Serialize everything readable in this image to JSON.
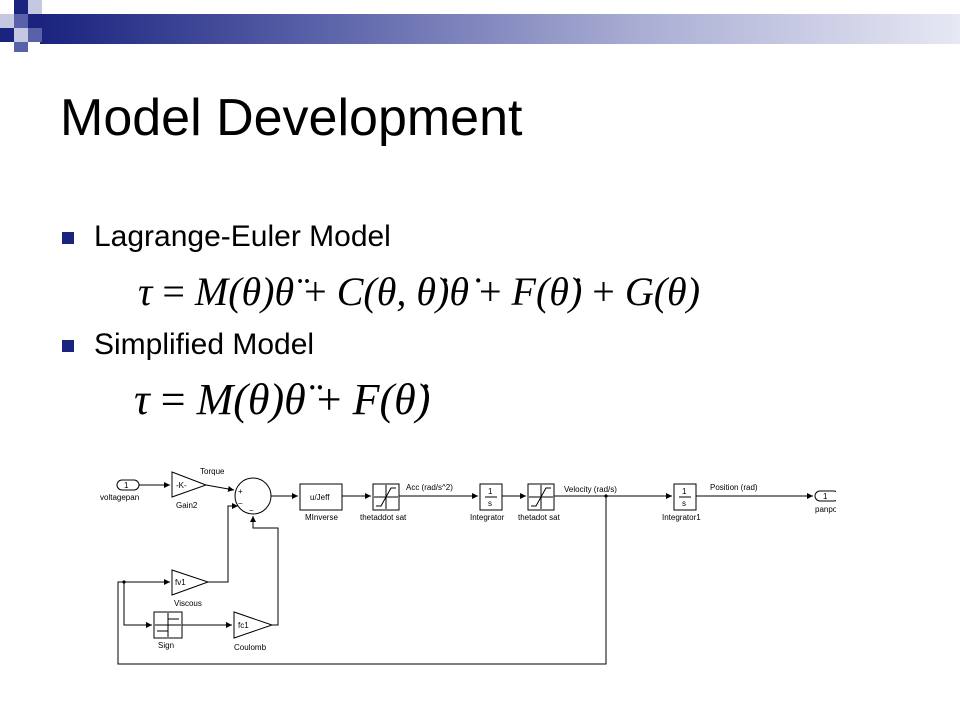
{
  "slide": {
    "title": "Model Development",
    "bullets": [
      {
        "label": "Lagrange-Euler Model"
      },
      {
        "label": "Simplified Model"
      }
    ],
    "accent_color": "#1a237e"
  },
  "equations": {
    "full": "τ = M(θ)θ̈ + C(θ, θ̇)θ̇ + F(θ̇) + G(θ)",
    "simplified": "τ = M(θ)θ̈ + F(θ̇)"
  },
  "diagram": {
    "inport": {
      "number": "1",
      "name": "voltagepan"
    },
    "gain": {
      "value": "-K-",
      "name": "Gain2"
    },
    "torque_label": "Torque",
    "sum_signs": {
      "plus": "+",
      "minus_left": "−",
      "minus_bottom": "−"
    },
    "minverse": {
      "text": "u/Jeff",
      "name": "MInverse"
    },
    "sat1": {
      "name": "thetaddot sat"
    },
    "acc_label": "Acc (rad/s^2)",
    "integrator": {
      "num": "1",
      "den": "s",
      "name": "Integrator"
    },
    "sat2": {
      "name": "thetadot sat"
    },
    "velocity_label": "Velocity (rad/s)",
    "integrator1": {
      "num": "1",
      "den": "s",
      "name": "Integrator1"
    },
    "position_label": "Position (rad)",
    "outport": {
      "number": "1",
      "name": "panpos"
    },
    "viscous": {
      "value": "fv1",
      "name": "Viscous"
    },
    "sign": {
      "name": "Sign"
    },
    "coulomb": {
      "value": "fc1",
      "name": "Coulomb"
    }
  }
}
